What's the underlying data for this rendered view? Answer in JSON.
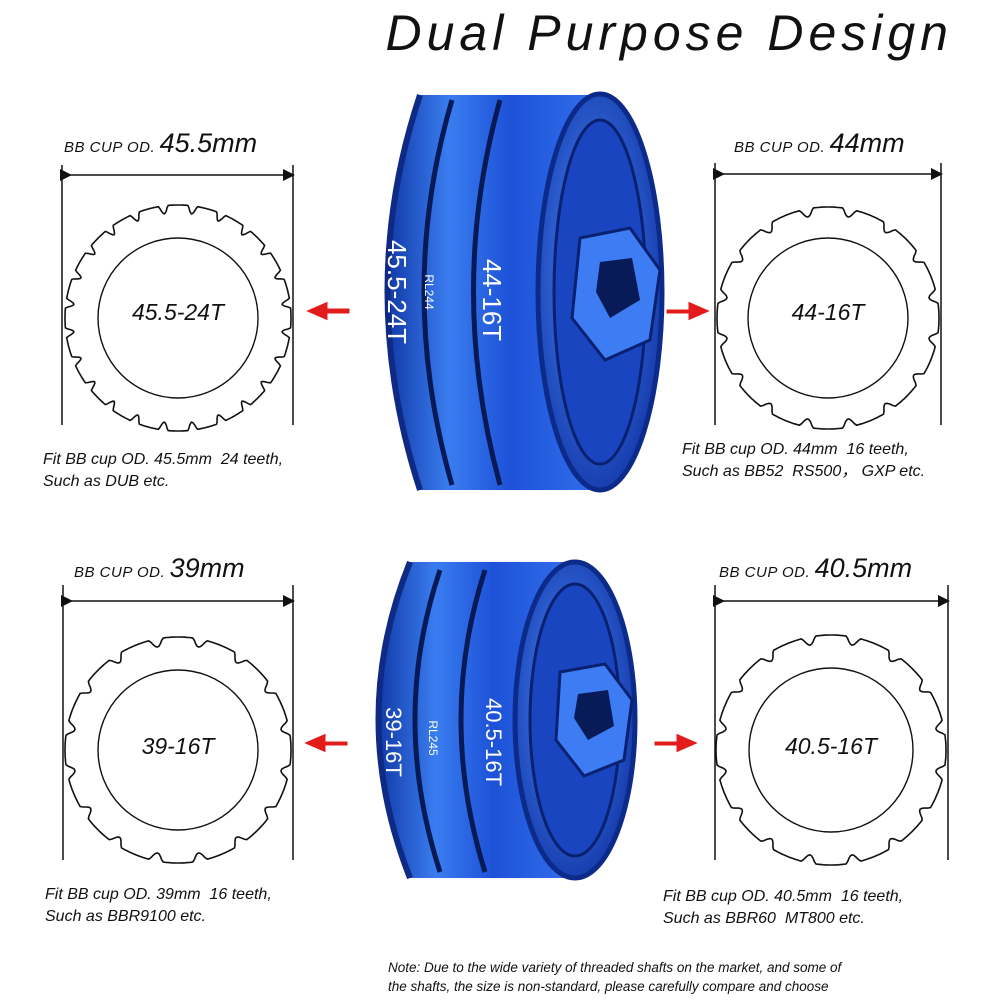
{
  "title": "Dual Purpose Design",
  "colors": {
    "tool_blue": "#1f4fd8",
    "tool_dark": "#0a1f6e",
    "arrow_red": "#e21b1b",
    "ink": "#111111"
  },
  "tools": [
    {
      "model": "RL244",
      "left_engraving": "45.5-24T",
      "right_engraving": "44-16T"
    },
    {
      "model": "RL245",
      "left_engraving": "39-16T",
      "right_engraving": "40.5-16T"
    }
  ],
  "specs": [
    {
      "prefix": "BB CUP OD.",
      "size": "45.5mm",
      "ring_label": "45.5-24T",
      "teeth": 24,
      "desc": "Fit BB cup OD. 45.5mm  24 teeth,\nSuch as DUB etc."
    },
    {
      "prefix": "BB CUP OD.",
      "size": "44mm",
      "ring_label": "44-16T",
      "teeth": 16,
      "desc": "Fit BB cup OD. 44mm  16 teeth,\nSuch as BB52  RS500， GXP etc."
    },
    {
      "prefix": "BB CUP OD.",
      "size": "39mm",
      "ring_label": "39-16T",
      "teeth": 16,
      "desc": "Fit BB cup OD. 39mm  16 teeth,\nSuch as BBR9100 etc."
    },
    {
      "prefix": "BB CUP OD.",
      "size": "40.5mm",
      "ring_label": "40.5-16T",
      "teeth": 16,
      "desc": "Fit BB cup OD. 40.5mm  16 teeth,\nSuch as BBR60  MT800 etc."
    }
  ],
  "note": "Note: Due to the wide variety of threaded shafts on the market, and some of\nthe shafts, the size is non-standard, please carefully compare and choose"
}
